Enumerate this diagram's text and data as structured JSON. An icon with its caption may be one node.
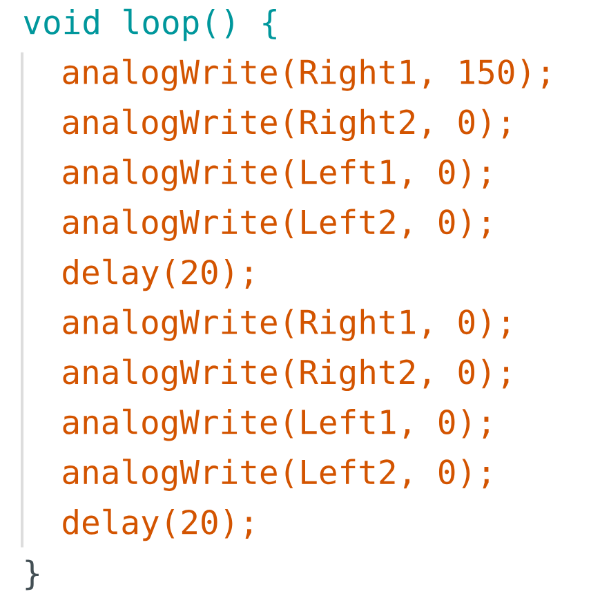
{
  "diagram": {
    "labels": [
      "void loop() {",
      "analogWrite(Right1, 150);",
      "analogWrite(Right2, 0);",
      "analogWrite(Left1, 0);",
      "analogWrite(Left2, 0);",
      "delay(20);",
      "analogWrite(Right1, 0);",
      "analogWrite(Right2, 0);",
      "analogWrite(Left1, 0);",
      "analogWrite(Left2, 0);",
      "delay(20);",
      "}"
    ]
  }
}
